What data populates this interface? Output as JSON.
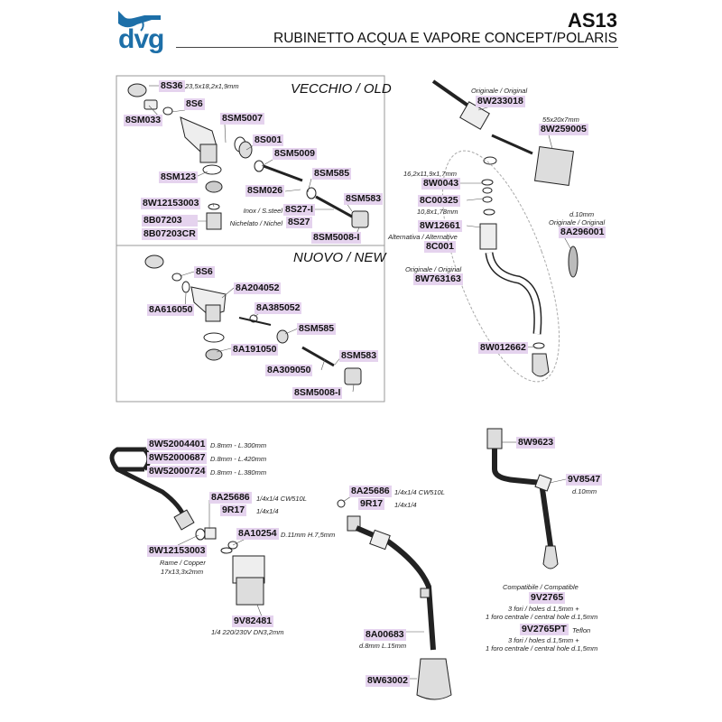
{
  "header": {
    "brand": "dvg",
    "model": "AS13",
    "subtitle": "RUBINETTO ACQUA E VAPORE CONCEPT/POLARIS"
  },
  "sections": {
    "old": "VECCHIO / OLD",
    "new": "NUOVO / NEW"
  },
  "parts": [
    {
      "code": "8S36",
      "note": "23,5x18,2x1,9mm"
    },
    {
      "code": "8S6",
      "note": ""
    },
    {
      "code": "8SM033",
      "note": ""
    },
    {
      "code": "8SM5007",
      "note": ""
    },
    {
      "code": "8S001",
      "note": ""
    },
    {
      "code": "8SM5009",
      "note": ""
    },
    {
      "code": "8SM123",
      "note": ""
    },
    {
      "code": "8SM585",
      "note": ""
    },
    {
      "code": "8SM026",
      "note": ""
    },
    {
      "code": "8SM583",
      "note": ""
    },
    {
      "code": "8W12153003",
      "note": ""
    },
    {
      "code": "8S27-I",
      "note": "Inox / S.steel"
    },
    {
      "code": "8B07203",
      "note": ""
    },
    {
      "code": "8S27",
      "note": "Nichelato / Nichel"
    },
    {
      "code": "8B07203CR",
      "note": ""
    },
    {
      "code": "8SM5008-I",
      "note": ""
    },
    {
      "code": "8S6",
      "note": ""
    },
    {
      "code": "8A204052",
      "note": ""
    },
    {
      "code": "8A616050",
      "note": ""
    },
    {
      "code": "8A385052",
      "note": ""
    },
    {
      "code": "8SM585",
      "note": ""
    },
    {
      "code": "8A191050",
      "note": ""
    },
    {
      "code": "8SM583",
      "note": ""
    },
    {
      "code": "8A309050",
      "note": ""
    },
    {
      "code": "8SM5008-I",
      "note": ""
    },
    {
      "code": "8W233018",
      "note": "Originale / Original"
    },
    {
      "code": "8W259005",
      "note": "55x20x7mm"
    },
    {
      "code": "8W0043",
      "note": "16,2x11,9x1,7mm"
    },
    {
      "code": "8C00325",
      "note": "10,8x1,78mm"
    },
    {
      "code": "8W12661",
      "note": ""
    },
    {
      "code": "8C001",
      "note": "Alternativa / Alternative"
    },
    {
      "code": "8A296001",
      "note": "d.10mm"
    },
    {
      "code": "8W763163",
      "note": "Originale / Original"
    },
    {
      "code": "8W012662",
      "note": ""
    },
    {
      "code": "8W52004401",
      "note": "D.8mm - L.300mm"
    },
    {
      "code": "8W52000687",
      "note": "D.8mm - L.420mm"
    },
    {
      "code": "8W52000724",
      "note": "D.8mm - L.380mm"
    },
    {
      "code": "8A25686",
      "note": "1/4x1/4 CW510L"
    },
    {
      "code": "9R17",
      "note": "1/4x1/4"
    },
    {
      "code": "8A10254",
      "note": "D.11mm H.7,5mm"
    },
    {
      "code": "8W12153003",
      "note": "Rame / Copper"
    },
    {
      "code": "9V82481",
      "note": "1/4 220/230V DN3,2mm"
    },
    {
      "code": "8A25686",
      "note": "1/4x1/4 CW510L"
    },
    {
      "code": "9R17",
      "note": "1/4x1/4"
    },
    {
      "code": "8A00683",
      "note": "d.8mm L.15mm"
    },
    {
      "code": "8W63002",
      "note": ""
    },
    {
      "code": "8W9623",
      "note": ""
    },
    {
      "code": "9V8547",
      "note": "d.10mm"
    },
    {
      "code": "9V2765",
      "note": "Compatibile / Compatible"
    },
    {
      "code": "9V2765PT",
      "note": "Teflon"
    }
  ],
  "extra_notes": {
    "orig_8a296001": "Originale / Original",
    "copper_size": "17x13,3x2mm",
    "holes_1": "3 fori / holes d.1,5mm +",
    "holes_1b": "1 foro centrale / central hole d.1,5mm",
    "holes_2": "3 fori / holes d.1,5mm +",
    "holes_2b": "1 foro centrale / central hole d.1,5mm"
  }
}
